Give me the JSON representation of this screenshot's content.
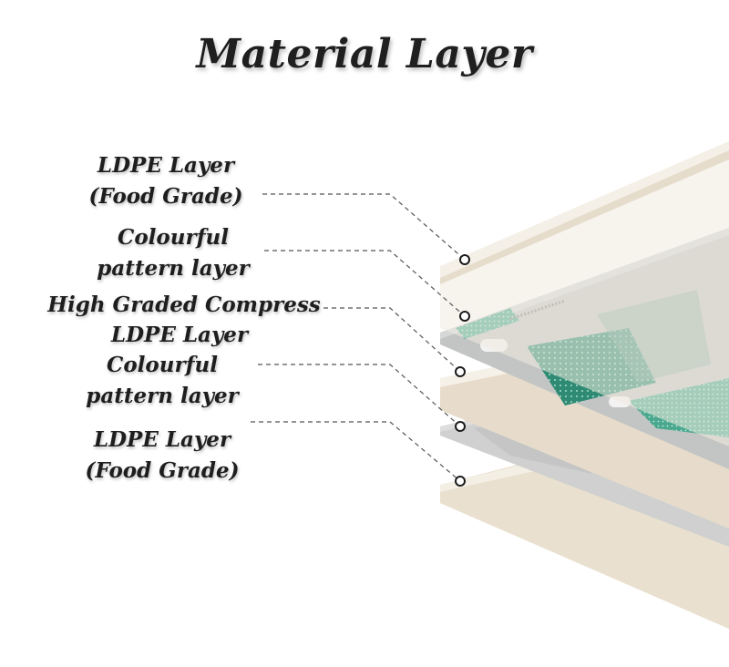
{
  "title": "Material Layer",
  "labels": {
    "ldpe_top_line1": "LDPE Layer",
    "ldpe_top_line2": "(Food Grade)",
    "colour_top_line1": "Colourful",
    "colour_top_line2": "pattern layer",
    "compress": "High Graded Compress",
    "ldpe_mid": "LDPE Layer",
    "colour_bottom_line1": "Colourful",
    "colour_bottom_line2": "pattern layer",
    "ldpe_bottom_line1": "LDPE Layer",
    "ldpe_bottom_line2": "(Food Grade)"
  },
  "colors": {
    "cream_top": "#f1ebe0",
    "cream_edge": "#e2d8c5",
    "gray_sheet": "#c7c9c8",
    "teal_pattern": "#2f8a73",
    "leader_line": "#555555"
  }
}
